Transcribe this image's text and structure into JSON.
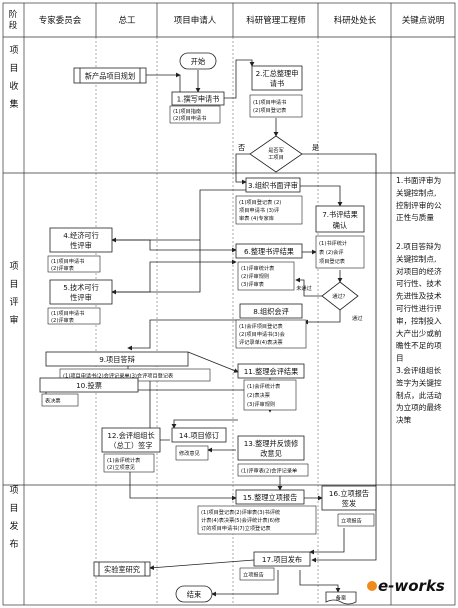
{
  "header": {
    "stage": "阶段",
    "roles": [
      "专家委员会",
      "总工",
      "项目申请人",
      "科研管理工程师",
      "科研处处长",
      "关键点说明"
    ]
  },
  "stages": [
    "项目收集",
    "项目评审",
    "项目发布"
  ],
  "nodes": {
    "start": "开始",
    "plan": "新产品项目规划",
    "n1": "1.撰写申请书",
    "n1_docs": [
      "(1)项目指南",
      "(2)项目申请书"
    ],
    "n2": [
      "2.汇总整理申",
      "请书"
    ],
    "n2_docs": [
      "(1)项目申请书",
      "(2)项目登记表"
    ],
    "decision1": [
      "是否军",
      "工项目"
    ],
    "no_label": "否",
    "yes_label": "是",
    "n3": "3.组织书面评审",
    "n3_docs": [
      "(1)项目登记表 (2)",
      "项目申请书 (3)评",
      "审表 (4)专家库"
    ],
    "n4": [
      "4.经济可行",
      "性评审"
    ],
    "n4_docs": [
      "(1)项目申请书",
      "(2)评审表"
    ],
    "n5": [
      "5.技术可行",
      "性评审"
    ],
    "n5_docs": [
      "(1)项目申请书",
      "(2)评审表"
    ],
    "n6": "6.整理书评结果",
    "n6_docs": [
      "(1)评审统计表",
      "(2)评审规则",
      "(3)评审表"
    ],
    "n7": [
      "7.书评结果",
      "确认"
    ],
    "n7_docs": [
      "(1)书评统计",
      "表 (2)会评",
      "项目登记表"
    ],
    "decision2": "通过？",
    "not_pass": "未通过",
    "pass": "通过",
    "n8": "8.组织会评",
    "n8_docs": [
      "(1)会评项目登记表",
      "(2)项目申请书(3)会",
      "评记录单(4)表决票"
    ],
    "n9": "9.项目答辩",
    "n9_docs": "(1)项目申请书(2)会评记录单(3)会评项目登记表",
    "n11": "11.整理会评结果",
    "n11_docs": [
      "(1)会评统计表",
      "(2)表决票",
      "(3)评审规则"
    ],
    "n10": "10.投票",
    "n10_docs": "表决票",
    "n12": [
      "12.会评组组长",
      "（总工）签字"
    ],
    "n12_docs": [
      "(1)会评统计表",
      "(2)立项意见"
    ],
    "n14": "14.项目修订",
    "n14_docs": "修改意见",
    "n13": [
      "13.整理并反馈修",
      "改意见"
    ],
    "n13_docs": "(1)评审表(2)会评记录单",
    "n15": "15.整理立项报告",
    "n15_docs": [
      "(1)项目登记表(2)评审表(3)书评统",
      "计表(4)表决票(5)会评统计表(6)修",
      "订的项目申请书(7)立项登记表"
    ],
    "n16": [
      "16.立项报告",
      "签发"
    ],
    "n16_docs": "立项报告",
    "n17": "17.项目发布",
    "n17_docs": "立项报告",
    "lab": "实验室研究",
    "end": "结束",
    "archive": "备案"
  },
  "notes": [
    [
      "1.书面评审为",
      "关键控制点,",
      "控制评审的公",
      "正性与质量"
    ],
    [
      "2.项目答辩为",
      "关键控制点,",
      "对项目的经济",
      "可行性、技术",
      "先进性及技术",
      "可行性进行评",
      "审，控制投入",
      "大产出少或前",
      "瞻性不足的项",
      "目"
    ],
    [
      "3.会评组组长",
      "签字为关键控",
      "制点，此活动",
      "为立项的最终",
      "决策"
    ]
  ],
  "watermark": "e-works"
}
